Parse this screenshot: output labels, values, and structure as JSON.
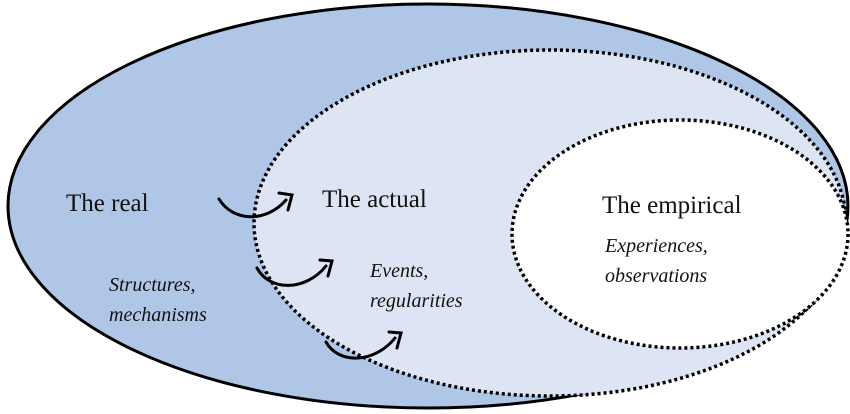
{
  "domains": {
    "real": {
      "title": "The real",
      "subtitle_lines": [
        "Structures,",
        "mechanisms"
      ]
    },
    "actual": {
      "title": "The actual",
      "subtitle_lines": [
        "Events,",
        "regularities"
      ]
    },
    "empirical": {
      "title": "The empirical",
      "subtitle_lines": [
        "Experiences,",
        "observations"
      ]
    }
  },
  "colors": {
    "real_fill": "#b0c6e6",
    "actual_fill": "#dde4f3",
    "empirical_fill": "#ffffff",
    "outline": "#000000"
  },
  "arrows": {
    "count": 3,
    "icon": "curved-arrow-icon"
  }
}
